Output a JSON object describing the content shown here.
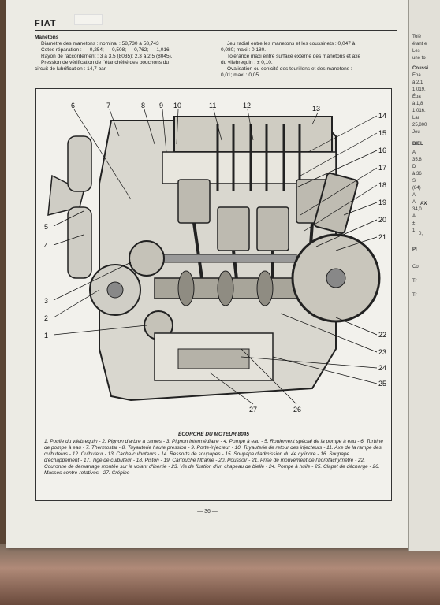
{
  "header": {
    "brand": "FIAT"
  },
  "left_col": {
    "heading": "Manetons",
    "lines": [
      "Diamètre des manetons : nominal : 58,730 à 58,743",
      "Cotes réparation : — 0,254; — 0,508; — 0,762; — 1,016.",
      "Rayon de raccordement : 3 à 3,5 (8035); 2,3 à 2,5 (8045).",
      "Pression de vérification de l'étanchéité des bouchons du",
      "circuit de lubrification : 14,7 bar"
    ]
  },
  "right_col": {
    "lines": [
      "Jeu radial entre les manetons et les coussinets : 0,047 à",
      "0,080; maxi : 0,180.",
      "Tolérance maxi entre surface externe des manetons et axe",
      "du vilebrequin : ± 0,10.",
      "Ovalisation ou conicité des tourillons et des manetons :",
      "0,01; maxi : 0,05."
    ]
  },
  "right_page": {
    "lines": [
      "Tolé",
      "étant e",
      "Les",
      "une to",
      "Coussi",
      "Épa",
      "à 2,1",
      "1,019.",
      "Épa",
      "à 1,8",
      "1,016.",
      "Lar",
      "25,800",
      "Jeu",
      "BIEL",
      "Al",
      "35,8",
      "D",
      "à 36",
      "S",
      "(84)",
      "A",
      "A",
      "34,0",
      "A",
      "±",
      "1",
      "AX",
      "0,",
      "PI",
      "Co",
      "Tr",
      "Tr"
    ]
  },
  "figure": {
    "callouts_top": [
      "6",
      "7",
      "8",
      "9",
      "10",
      "11",
      "12",
      "13"
    ],
    "callouts_right": [
      "14",
      "15",
      "16",
      "17",
      "18",
      "19",
      "20",
      "21",
      "22",
      "23",
      "24",
      "25"
    ],
    "callouts_left": [
      "5",
      "4",
      "3",
      "2",
      "1"
    ],
    "callouts_bottom": [
      "27",
      "26"
    ],
    "caption_title": "ÉCORCHÉ DU MOTEUR 8045",
    "caption_text": "1. Poulie du vilebrequin - 2. Pignon d'arbre à cames - 3. Pignon intermédiaire - 4. Pompe à eau - 5. Roulement spécial de la pompe à eau - 6. Turbine de pompe à eau - 7. Thermostat - 8. Tuyauterie haute pression - 9. Porte-injecteur - 10. Tuyauterie de retour des injecteurs - 11. Axe de la rampe des culbuteurs - 12. Culbuteur - 13. Cache-culbuteurs - 14. Ressorts de soupapes - 15. Soupape d'admission du 4e cylindre - 16. Soupape d'échappement - 17. Tige de culbuteur - 18. Piston - 19. Cartouche filtrante - 20. Poussoir - 21. Prise de mouvement de l'horotachymètre - 22. Couronne de démarrage montée sur le volant d'inertie - 23. Vis de fixation d'un chapeau de bielle - 24. Pompe à huile - 25. Clapet de décharge - 26. Masses contre-rotatives - 27. Crépine"
  },
  "page_number": "— 36 —"
}
